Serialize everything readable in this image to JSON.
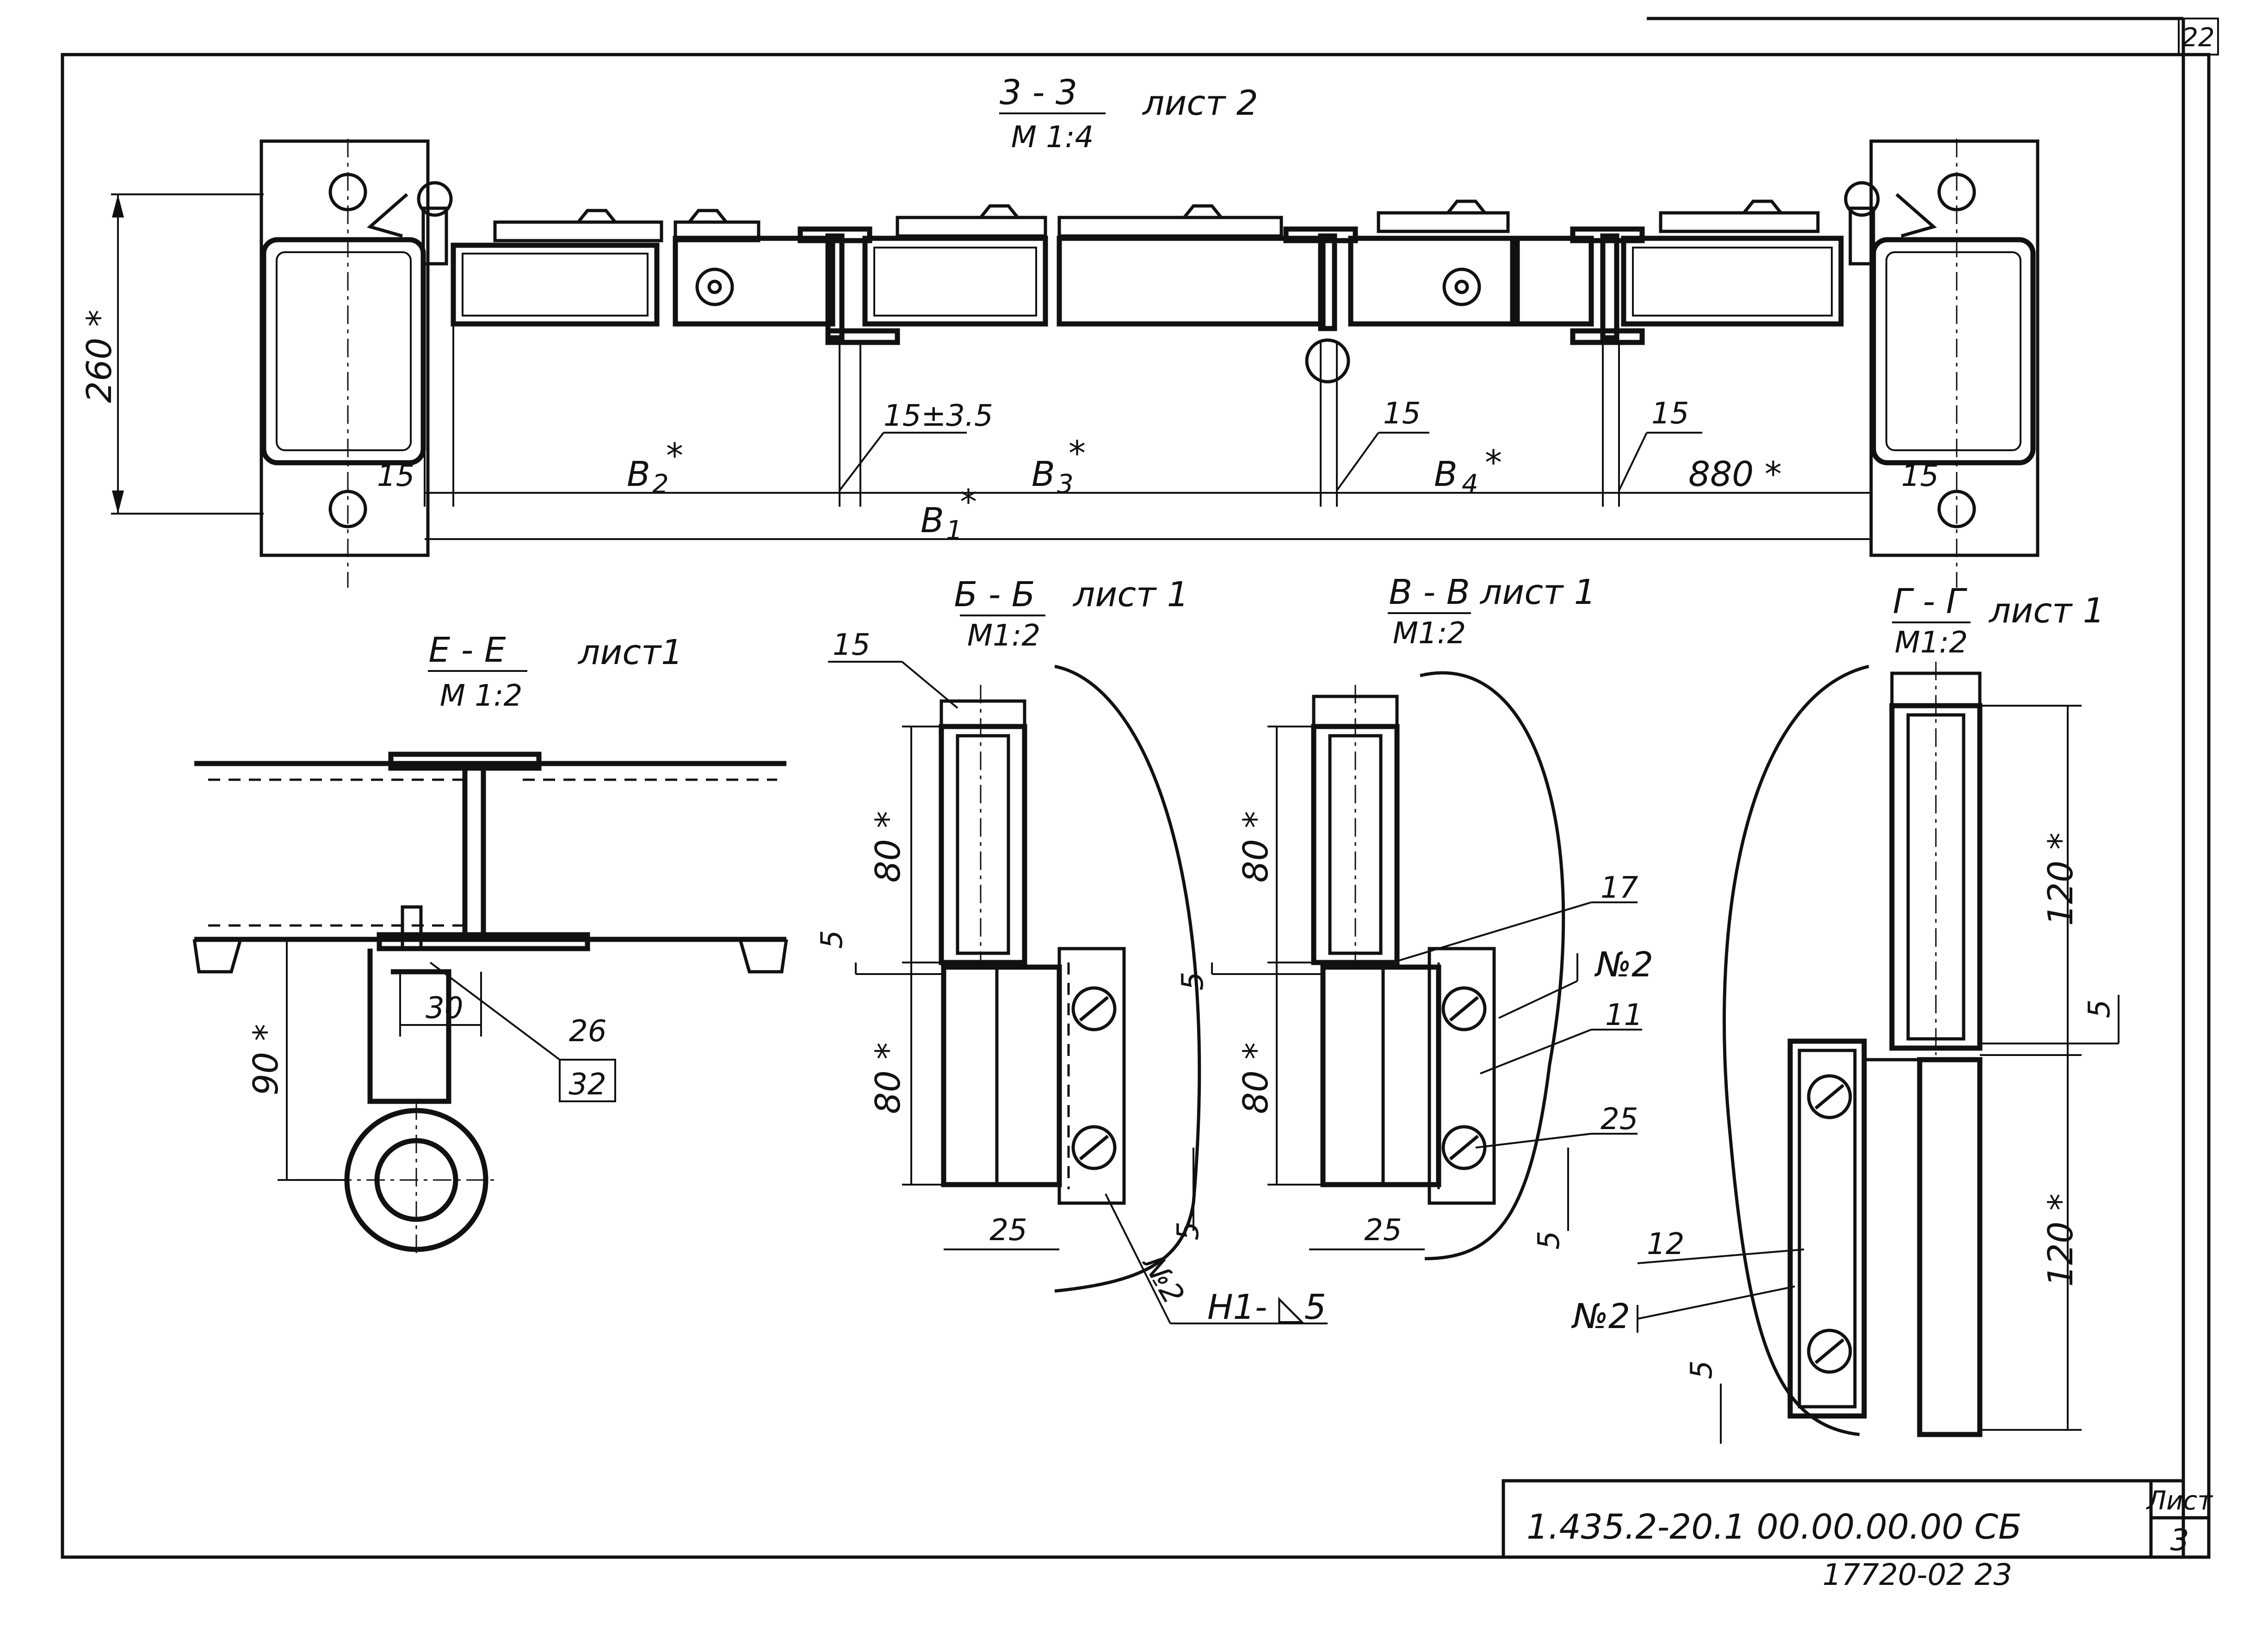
{
  "sheet_number": "22",
  "section_33": {
    "title": "3 - 3",
    "scale": "M 1:4",
    "ref": "лист 2"
  },
  "section_ee": {
    "title": "E - E",
    "scale": "M 1:2",
    "ref": "лист1"
  },
  "section_bb": {
    "title": "Б - Б",
    "scale": "M1:2",
    "ref": "лист 1"
  },
  "section_vv": {
    "title": "В - В",
    "scale": "M1:2",
    "ref": "лист 1"
  },
  "section_gg": {
    "title": "Г - Г",
    "scale": "M1:2",
    "ref": "лист 1"
  },
  "dims_33": {
    "height": "260 *",
    "gap_left": "15",
    "gap_tol": "15±3.5",
    "gap_mid": "15",
    "gap_right": "15",
    "gap_end": "15",
    "b1": "B",
    "b1_sub": "1",
    "b2": "B",
    "b2_sub": "2",
    "b3": "B",
    "b3_sub": "3",
    "b4": "B",
    "b4_sub": "4",
    "star": "*",
    "last": "880 *"
  },
  "dims_ee": {
    "height": "90 *",
    "width": "30",
    "pos_a": "26",
    "pos_b": "32"
  },
  "dims_bb": {
    "pos": "15",
    "top": "80 *",
    "bottom": "80 *",
    "gap": "5",
    "width": "25",
    "weld_gap": "5",
    "part": "№2",
    "weld": "H1- ◺5"
  },
  "dims_vv": {
    "top": "80 *",
    "bottom": "80 *",
    "gap": "5",
    "width": "25",
    "weld_gap": "5",
    "pos_a": "17",
    "pos_b": "№2",
    "pos_c": "11",
    "pos_d": "25"
  },
  "dims_gg": {
    "top": "120 *",
    "bottom": "120 *",
    "gap": "5",
    "bottom_gap": "5",
    "pos_a": "12",
    "pos_b": "№2"
  },
  "title_block": {
    "designation": "1.435.2-20.1  00.00.00.00 СБ",
    "sheet_label": "Лист",
    "sheet_value": "3"
  },
  "footer": {
    "order_number": "17720-02 23"
  }
}
